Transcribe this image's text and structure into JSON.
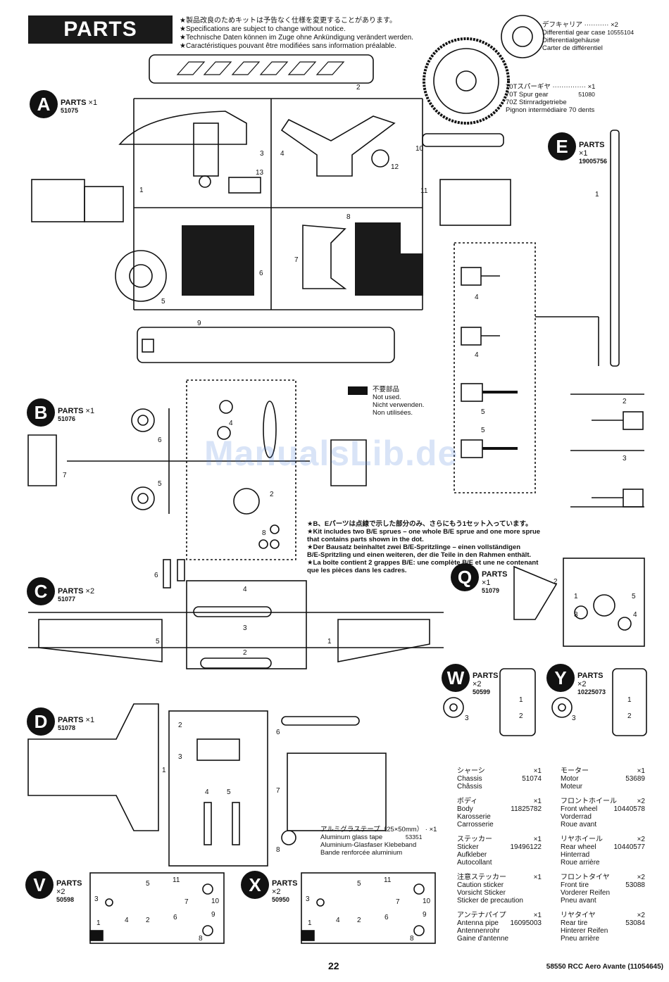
{
  "header": {
    "title": "PARTS",
    "notes": [
      "★製品改良のためキットは予告なく仕様を変更することがあります。",
      "★Specifications are subject to change without notice.",
      "★Technische Daten können im Zuge ohne Ankündigung verändert werden.",
      "★Caractéristiques pouvant être modifiées sans information préalable."
    ]
  },
  "sections": {
    "A": {
      "letter": "A",
      "label": "PARTS",
      "count": "×1",
      "number": "51075"
    },
    "B": {
      "letter": "B",
      "label": "PARTS",
      "count": "×1",
      "number": "51076"
    },
    "C": {
      "letter": "C",
      "label": "PARTS",
      "count": "×2",
      "number": "51077"
    },
    "D": {
      "letter": "D",
      "label": "PARTS",
      "count": "×1",
      "number": "51078"
    },
    "E": {
      "letter": "E",
      "label": "PARTS",
      "count": "×1",
      "number": "19005756"
    },
    "Q": {
      "letter": "Q",
      "label": "PARTS",
      "count": "×1",
      "number": "51079"
    },
    "W": {
      "letter": "W",
      "label": "PARTS",
      "count": "×2",
      "number": "50599"
    },
    "Y": {
      "letter": "Y",
      "label": "PARTS",
      "count": "×2",
      "number": "10225073"
    },
    "V": {
      "letter": "V",
      "label": "PARTS",
      "count": "×2",
      "number": "50598"
    },
    "X": {
      "letter": "X",
      "label": "PARTS",
      "count": "×2",
      "number": "50950"
    }
  },
  "callouts": {
    "diff_case": {
      "jp": "デフキャリア",
      "qty": "×2",
      "en": "Differential gear case",
      "num": "10555104",
      "de": "Differentialgehäuse",
      "fr": "Carter de différentiel"
    },
    "spur_gear": {
      "jp": "70Tスパーギヤ",
      "qty": "×1",
      "en": "70T Spur gear",
      "num": "51080",
      "de": "70Z Stirnradgetriebe",
      "fr": "Pignon intermédiaire 70 dents"
    },
    "tape": {
      "jp": "アルミグラステープ（25×50mm）",
      "qty": "×1",
      "en": "Aluminum glass tape",
      "num": "53351",
      "de": "Aluminium-Glasfaser Klebeband",
      "fr": "Bande renforcée aluminium"
    }
  },
  "legend": {
    "jp": "不要部品",
    "en": "Not used.",
    "de": "Nicht verwenden.",
    "fr": "Non utilisées."
  },
  "sprue_note": [
    "★B、Eパーツは点線で示した部分のみ、さらにもう1セット入っています。",
    "★Kit includes two B/E sprues – one whole B/E sprue and one more sprue",
    "that contains parts shown in the dot.",
    "★Der Bausatz beinhaltet zwei B/E-Spritzlinge – einen vollständigen",
    "B/E-Spritzling und einen weiteren, der die Teile in den Rahmen enthält.",
    "★La boîte contient 2 grappes B/E: une complète B/E et une ne contenant",
    "que les pièces dans les cadres."
  ],
  "parts_list_left": [
    {
      "jp": "シャーシ",
      "qty": "×1",
      "lines": [
        "Chassis",
        "Châssis"
      ],
      "num": "51074"
    },
    {
      "jp": "ボディ",
      "qty": "×1",
      "lines": [
        "Body",
        "Karosserie",
        "Carrosserie"
      ],
      "num": "11825782"
    },
    {
      "jp": "ステッカー",
      "qty": "×1",
      "lines": [
        "Sticker",
        "Aufkleber",
        "Autocollant"
      ],
      "num": "19496122"
    },
    {
      "jp": "注意ステッカー",
      "qty": "×1",
      "lines": [
        "Caution sticker",
        "Vorsicht Sticker",
        "Sticker de precaution"
      ],
      "num": ""
    },
    {
      "jp": "アンテナパイプ",
      "qty": "×1",
      "lines": [
        "Antenna pipe",
        "Antennenrohr",
        "Gaine d'antenne"
      ],
      "num": "16095003"
    }
  ],
  "parts_list_right": [
    {
      "jp": "モーター",
      "qty": "×1",
      "lines": [
        "Motor",
        "Moteur"
      ],
      "num": "53689"
    },
    {
      "jp": "フロントホイール",
      "qty": "×2",
      "lines": [
        "Front wheel",
        "Vorderrad",
        "Roue avant"
      ],
      "num": "10440578"
    },
    {
      "jp": "リヤホイール",
      "qty": "×2",
      "lines": [
        "Rear wheel",
        "Hinterrad",
        "Roue arrière"
      ],
      "num": "10440577"
    },
    {
      "jp": "フロントタイヤ",
      "qty": "×2",
      "lines": [
        "Front tire",
        "Vorderer Reifen",
        "Pneu avant"
      ],
      "num": "53088"
    },
    {
      "jp": "リヤタイヤ",
      "qty": "×2",
      "lines": [
        "Rear tire",
        "Hinterer Reifen",
        "Pneu arrière"
      ],
      "num": "53084"
    }
  ],
  "footer": {
    "page": "22",
    "model": "58550 RCC Aero Avante (11054645)"
  },
  "watermark": "ManualsLib.de"
}
